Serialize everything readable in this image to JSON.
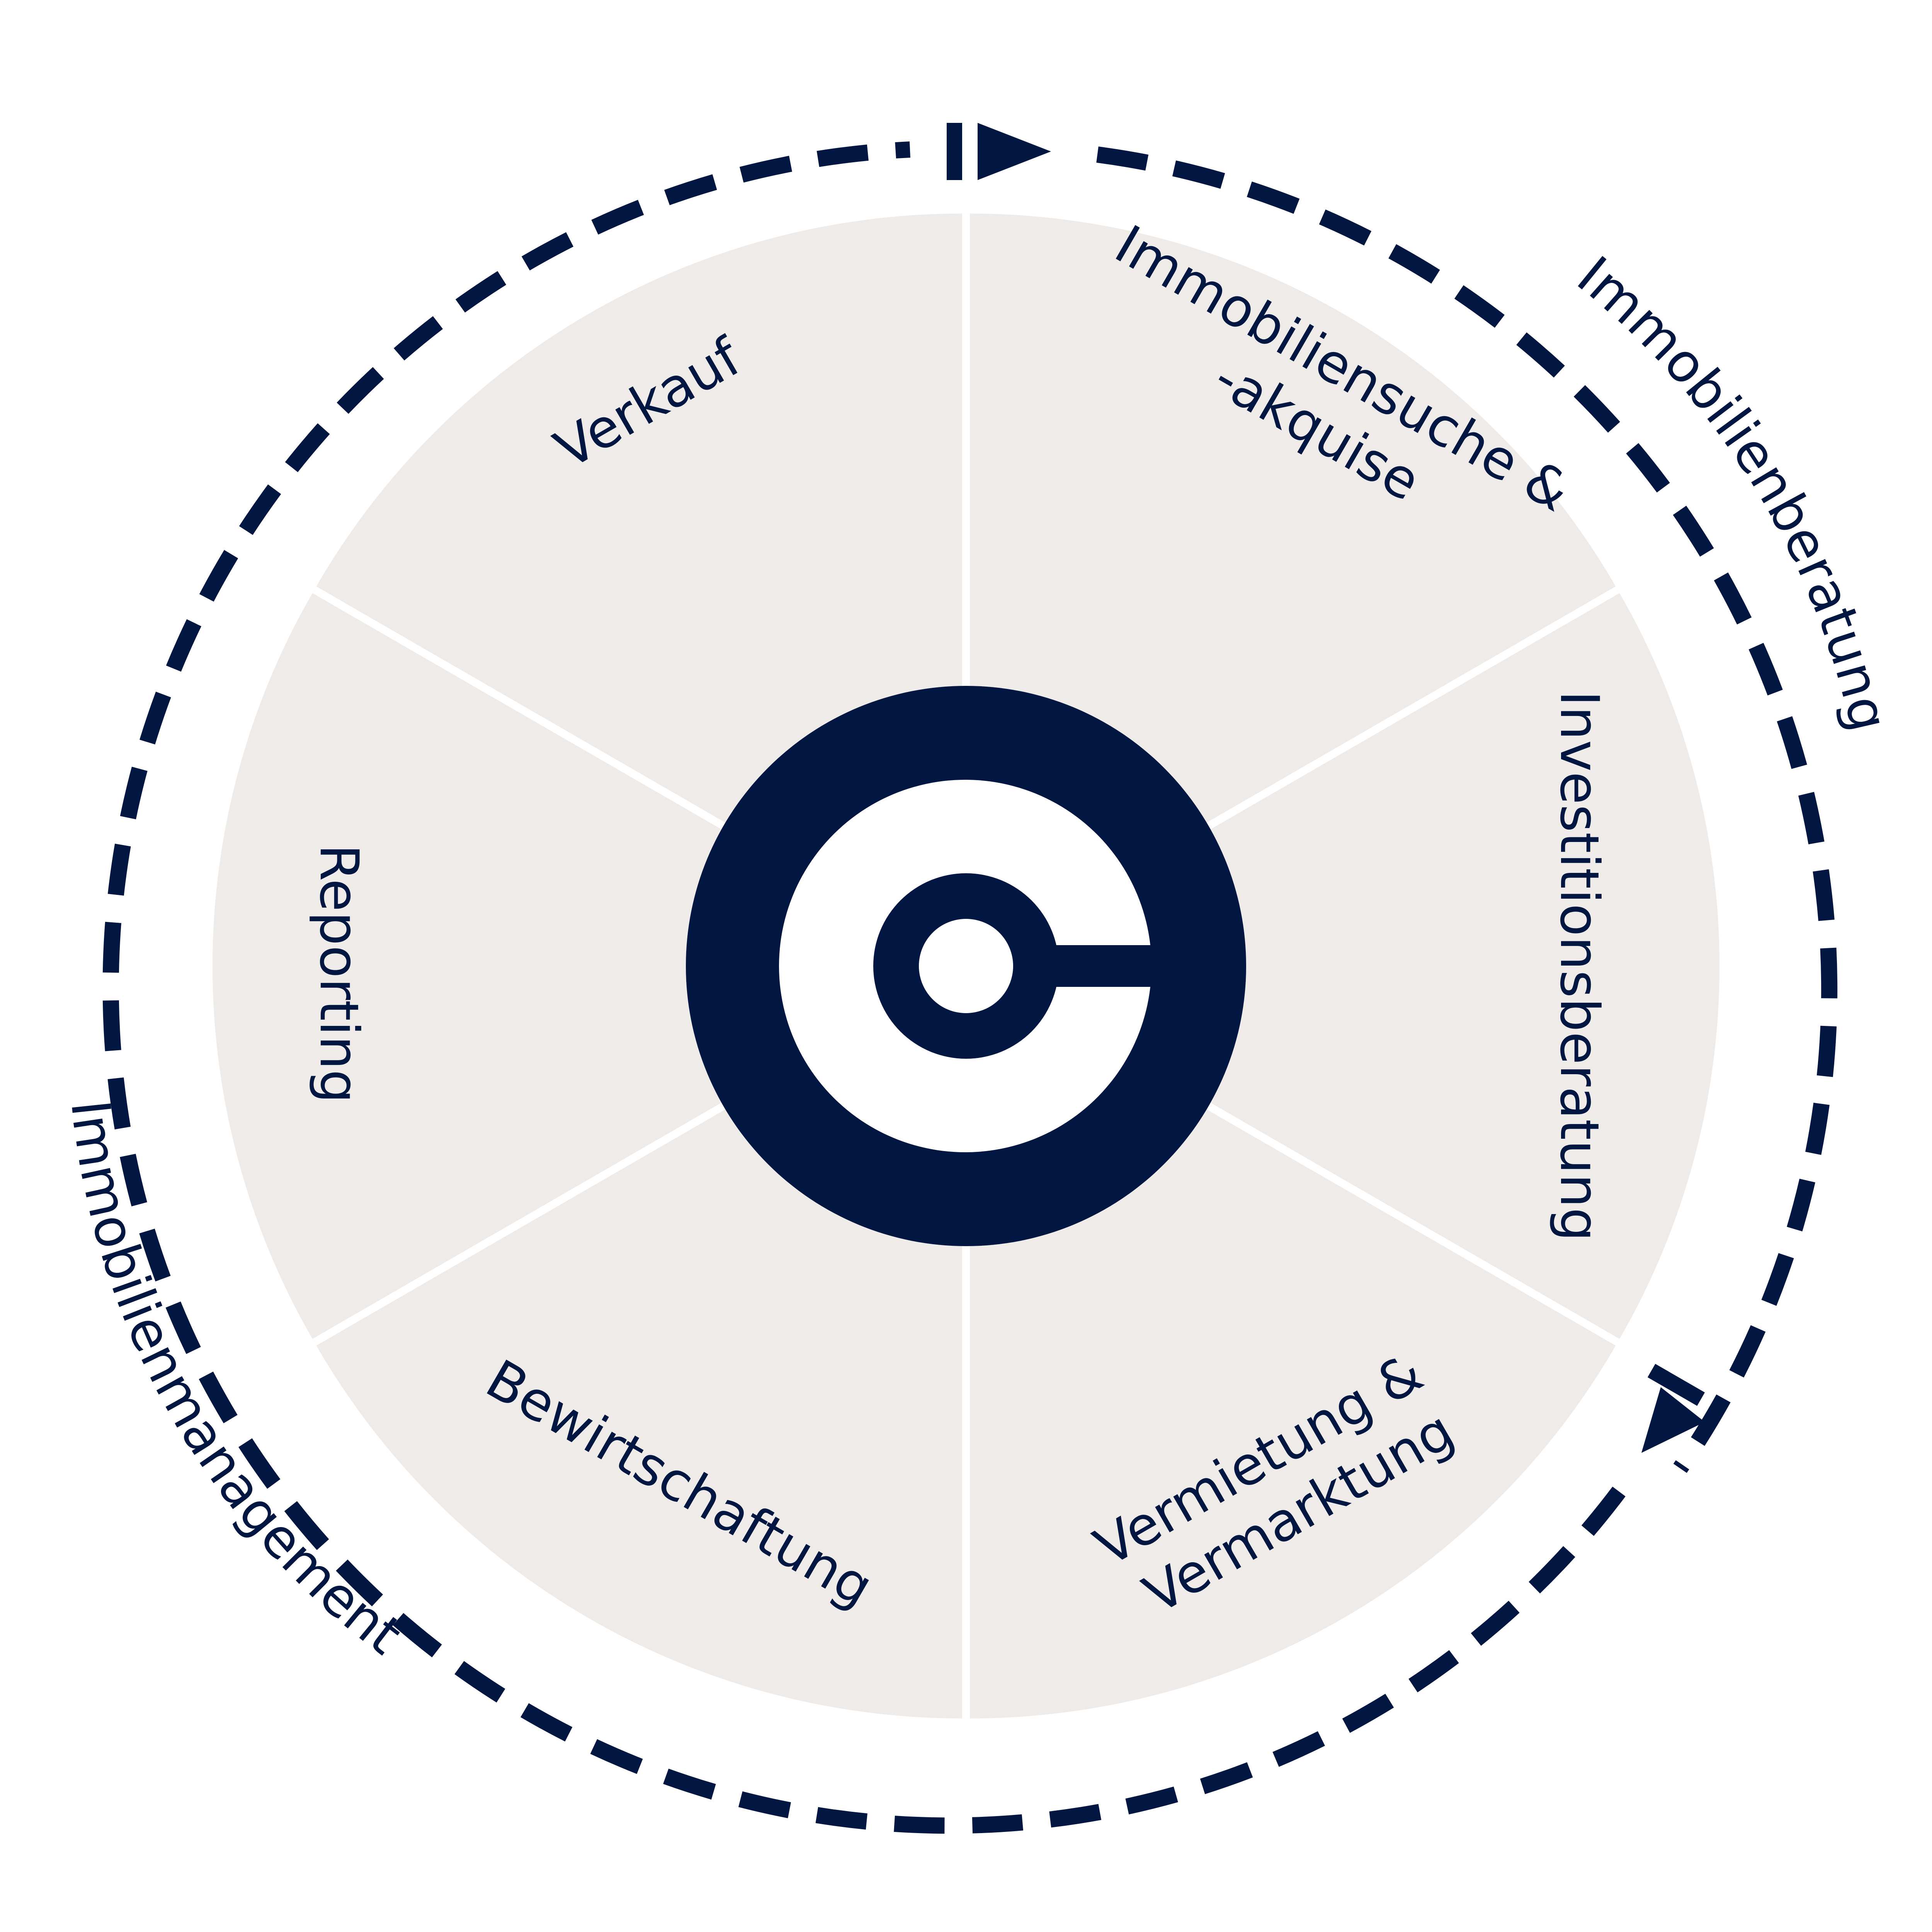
{
  "colors": {
    "navy": "#011640",
    "segment_fill": "#EEEBE8",
    "background": "#FFFFFF"
  },
  "segments": [
    {
      "id": "immobiliensuche",
      "lines": [
        "Immobiliensuche &",
        "-akquise"
      ]
    },
    {
      "id": "investitionsberatung",
      "lines": [
        "Investitionsberatung"
      ]
    },
    {
      "id": "vermietung",
      "lines": [
        "Vermietung &",
        "Vermarktung"
      ]
    },
    {
      "id": "bewirtschaftung",
      "lines": [
        "Bewirtschaftung"
      ]
    },
    {
      "id": "reporting",
      "lines": [
        "Reporting"
      ]
    },
    {
      "id": "verkauf",
      "lines": [
        "Verkauf"
      ]
    }
  ],
  "outer_labels": {
    "right": "Immobilienberatung",
    "left": "Immobilienmanagement"
  },
  "center_logo_icon": "c-logo-icon",
  "arrow_icons": [
    "play-arrow-icon",
    "play-arrow-icon"
  ]
}
